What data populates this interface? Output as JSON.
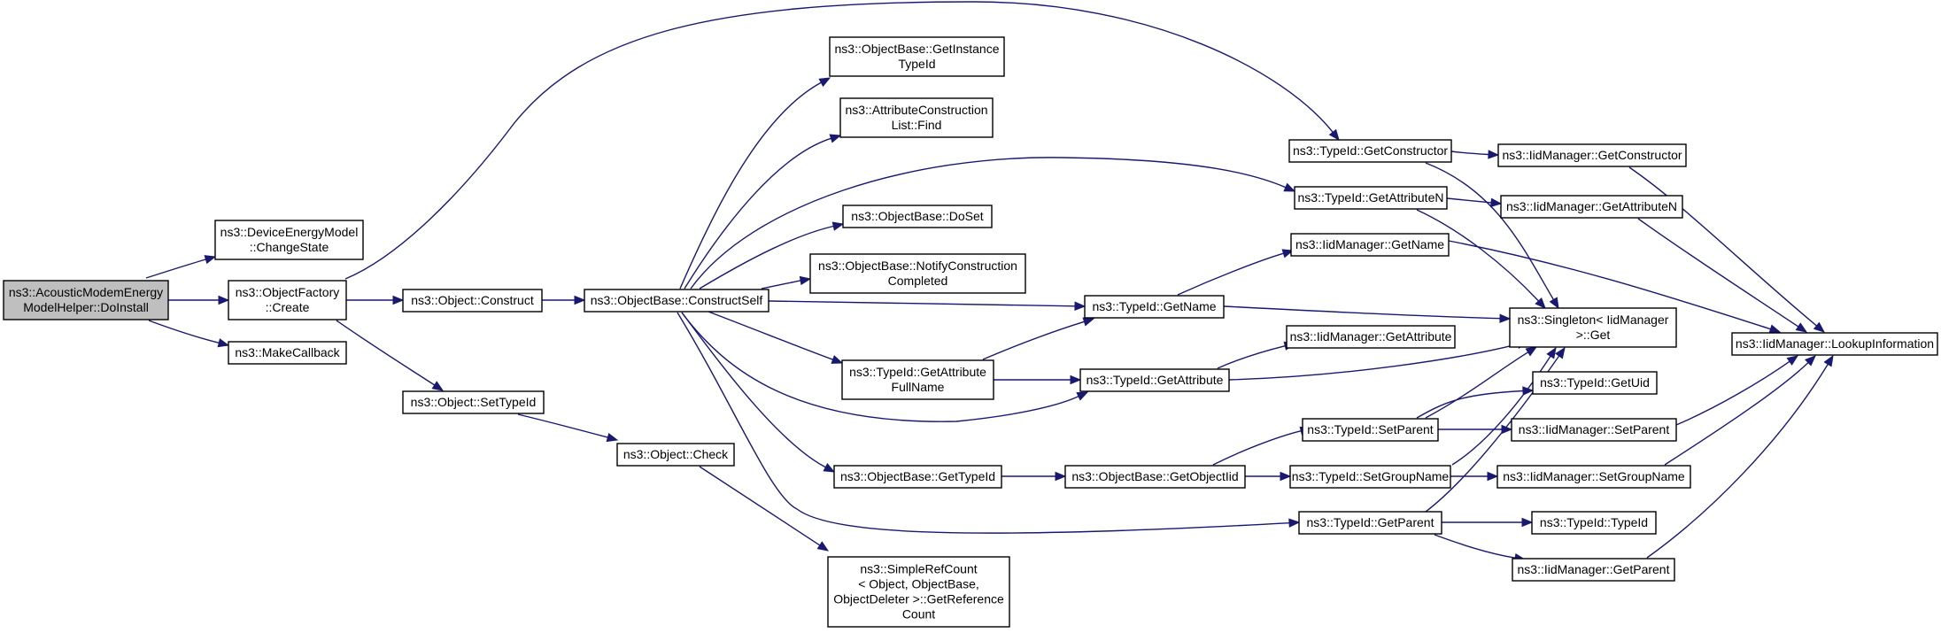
{
  "colors": {
    "edge": "#191970",
    "focus_fill": "#bfbfbf",
    "node_border": "#000000"
  },
  "nodes": [
    {
      "id": "doinstall",
      "lines": [
        "ns3::AcousticModemEnergy",
        "ModelHelper::DoInstall"
      ],
      "focus": true
    },
    {
      "id": "changestate",
      "lines": [
        "ns3::DeviceEnergyModel",
        "::ChangeState"
      ]
    },
    {
      "id": "ofcreate",
      "lines": [
        "ns3::ObjectFactory",
        "::Create"
      ]
    },
    {
      "id": "makecallback",
      "lines": [
        "ns3::MakeCallback"
      ]
    },
    {
      "id": "construct",
      "lines": [
        "ns3::Object::Construct"
      ]
    },
    {
      "id": "settypeid",
      "lines": [
        "ns3::Object::SetTypeId"
      ]
    },
    {
      "id": "check",
      "lines": [
        "ns3::Object::Check"
      ]
    },
    {
      "id": "constructself",
      "lines": [
        "ns3::ObjectBase::ConstructSelf"
      ]
    },
    {
      "id": "getinstancetypeid",
      "lines": [
        "ns3::ObjectBase::GetInstance",
        "TypeId"
      ]
    },
    {
      "id": "aclfind",
      "lines": [
        "ns3::AttributeConstruction",
        "List::Find"
      ]
    },
    {
      "id": "doset",
      "lines": [
        "ns3::ObjectBase::DoSet"
      ]
    },
    {
      "id": "notifyconstruction",
      "lines": [
        "ns3::ObjectBase::NotifyConstruction",
        "Completed"
      ]
    },
    {
      "id": "getattrfullname",
      "lines": [
        "ns3::TypeId::GetAttribute",
        "FullName"
      ]
    },
    {
      "id": "obgettypeid",
      "lines": [
        "ns3::ObjectBase::GetTypeId"
      ]
    },
    {
      "id": "getreferencecount",
      "lines": [
        "ns3::SimpleRefCount",
        "< Object, ObjectBase,",
        "ObjectDeleter >::GetReference",
        "Count"
      ]
    },
    {
      "id": "tgetconstructor",
      "lines": [
        "ns3::TypeId::GetConstructor"
      ]
    },
    {
      "id": "tgetattributen",
      "lines": [
        "ns3::TypeId::GetAttributeN"
      ]
    },
    {
      "id": "tgetname",
      "lines": [
        "ns3::TypeId::GetName"
      ]
    },
    {
      "id": "tgetattribute",
      "lines": [
        "ns3::TypeId::GetAttribute"
      ]
    },
    {
      "id": "getobjectiid",
      "lines": [
        "ns3::ObjectBase::GetObjectIid"
      ]
    },
    {
      "id": "tgetparent",
      "lines": [
        "ns3::TypeId::GetParent"
      ]
    },
    {
      "id": "tsetparent",
      "lines": [
        "ns3::TypeId::SetParent"
      ]
    },
    {
      "id": "tsetgroupname",
      "lines": [
        "ns3::TypeId::SetGroupName"
      ]
    },
    {
      "id": "igetconstructor",
      "lines": [
        "ns3::IidManager::GetConstructor"
      ]
    },
    {
      "id": "igetattributen",
      "lines": [
        "ns3::IidManager::GetAttributeN"
      ]
    },
    {
      "id": "igetname",
      "lines": [
        "ns3::IidManager::GetName"
      ]
    },
    {
      "id": "igetattribute",
      "lines": [
        "ns3::IidManager::GetAttribute"
      ]
    },
    {
      "id": "singletonget",
      "lines": [
        "ns3::Singleton< IidManager",
        ">::Get"
      ]
    },
    {
      "id": "tgetuid",
      "lines": [
        "ns3::TypeId::GetUid"
      ]
    },
    {
      "id": "isetparent",
      "lines": [
        "ns3::IidManager::SetParent"
      ]
    },
    {
      "id": "isetgroupname",
      "lines": [
        "ns3::IidManager::SetGroupName"
      ]
    },
    {
      "id": "ttypeid",
      "lines": [
        "ns3::TypeId::TypeId"
      ]
    },
    {
      "id": "igetparent",
      "lines": [
        "ns3::IidManager::GetParent"
      ]
    },
    {
      "id": "lookupinformation",
      "lines": [
        "ns3::IidManager::LookupInformation"
      ]
    }
  ],
  "edges": [
    {
      "from": "doinstall",
      "to": "changestate"
    },
    {
      "from": "doinstall",
      "to": "ofcreate"
    },
    {
      "from": "doinstall",
      "to": "makecallback"
    },
    {
      "from": "ofcreate",
      "to": "tgetconstructor"
    },
    {
      "from": "ofcreate",
      "to": "construct"
    },
    {
      "from": "ofcreate",
      "to": "settypeid"
    },
    {
      "from": "construct",
      "to": "constructself"
    },
    {
      "from": "settypeid",
      "to": "check"
    },
    {
      "from": "check",
      "to": "getreferencecount"
    },
    {
      "from": "constructself",
      "to": "getinstancetypeid"
    },
    {
      "from": "constructself",
      "to": "aclfind"
    },
    {
      "from": "constructself",
      "to": "tgetattributen"
    },
    {
      "from": "constructself",
      "to": "doset"
    },
    {
      "from": "constructself",
      "to": "notifyconstruction"
    },
    {
      "from": "constructself",
      "to": "tgetname"
    },
    {
      "from": "constructself",
      "to": "getattrfullname"
    },
    {
      "from": "constructself",
      "to": "tgetattribute"
    },
    {
      "from": "constructself",
      "to": "obgettypeid"
    },
    {
      "from": "constructself",
      "to": "tgetparent"
    },
    {
      "from": "obgettypeid",
      "to": "getobjectiid"
    },
    {
      "from": "getattrfullname",
      "to": "tgetname"
    },
    {
      "from": "getattrfullname",
      "to": "tgetattribute"
    },
    {
      "from": "getobjectiid",
      "to": "tsetparent"
    },
    {
      "from": "getobjectiid",
      "to": "tsetgroupname"
    },
    {
      "from": "tgetconstructor",
      "to": "igetconstructor"
    },
    {
      "from": "tgetconstructor",
      "to": "singletonget"
    },
    {
      "from": "tgetattributen",
      "to": "igetattributen"
    },
    {
      "from": "tgetattributen",
      "to": "singletonget"
    },
    {
      "from": "tgetname",
      "to": "igetname"
    },
    {
      "from": "tgetname",
      "to": "singletonget"
    },
    {
      "from": "tgetattribute",
      "to": "igetattribute"
    },
    {
      "from": "tgetattribute",
      "to": "singletonget"
    },
    {
      "from": "tsetparent",
      "to": "singletonget"
    },
    {
      "from": "tsetparent",
      "to": "tgetuid"
    },
    {
      "from": "tsetparent",
      "to": "isetparent"
    },
    {
      "from": "tsetgroupname",
      "to": "singletonget"
    },
    {
      "from": "tsetgroupname",
      "to": "isetgroupname"
    },
    {
      "from": "tgetparent",
      "to": "singletonget"
    },
    {
      "from": "tgetparent",
      "to": "ttypeid"
    },
    {
      "from": "tgetparent",
      "to": "igetparent"
    },
    {
      "from": "igetconstructor",
      "to": "lookupinformation"
    },
    {
      "from": "igetattributen",
      "to": "lookupinformation"
    },
    {
      "from": "igetname",
      "to": "lookupinformation"
    },
    {
      "from": "isetparent",
      "to": "lookupinformation"
    },
    {
      "from": "isetgroupname",
      "to": "lookupinformation"
    },
    {
      "from": "igetparent",
      "to": "lookupinformation"
    }
  ]
}
